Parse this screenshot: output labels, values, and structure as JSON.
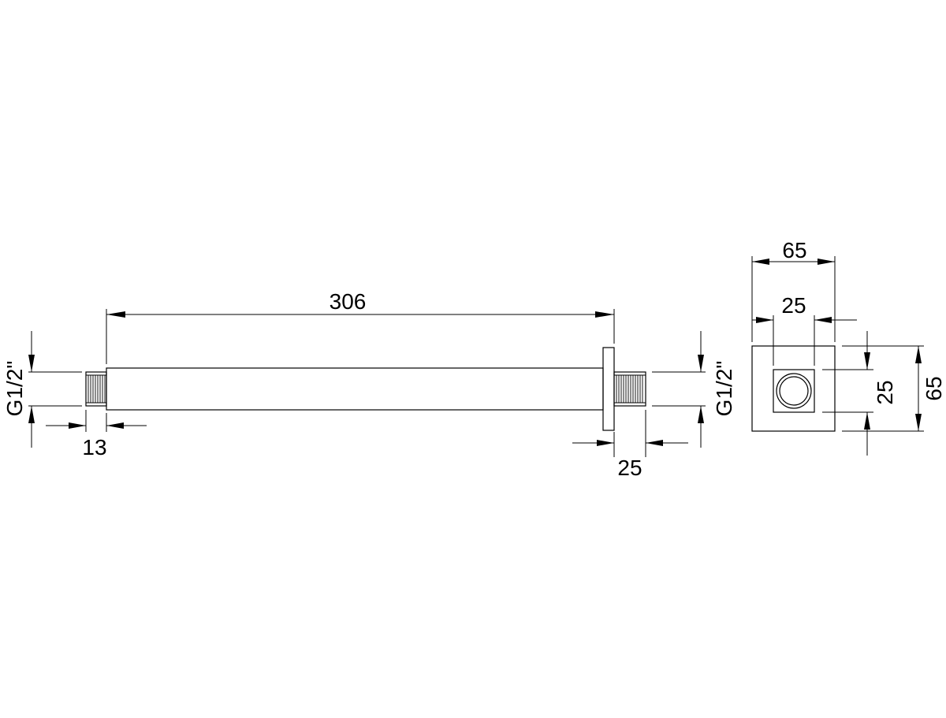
{
  "dimensions": {
    "arm_length": "306",
    "thread_length_left": "13",
    "thread_length_right": "25",
    "thread_left": "G1/2\"",
    "thread_right": "G1/2\"",
    "flange_width": "65",
    "flange_height": "65",
    "inner_square_width": "25",
    "inner_square_height": "25"
  }
}
